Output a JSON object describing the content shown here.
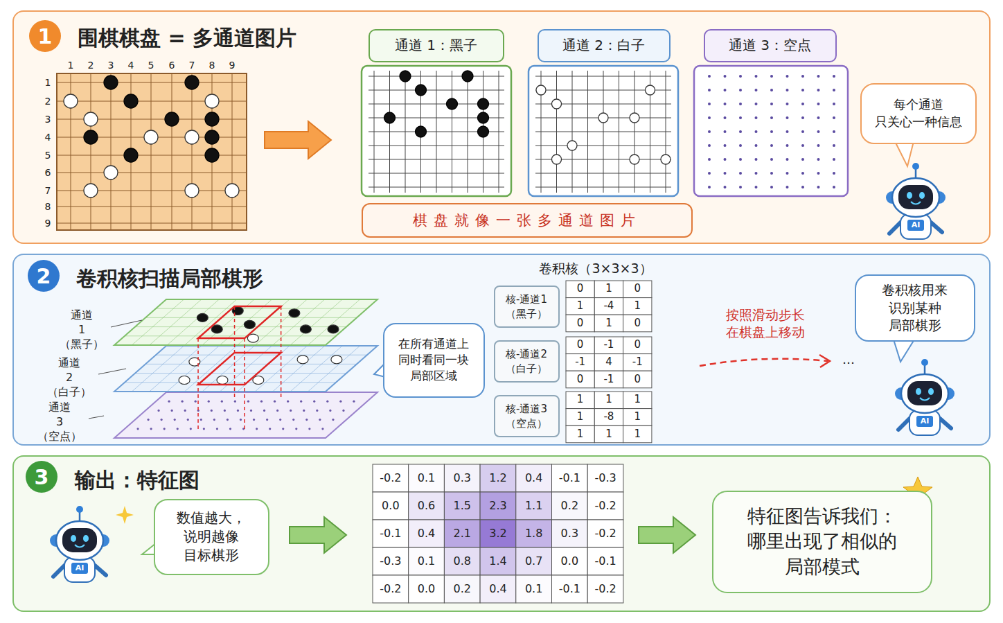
{
  "diagram": {
    "nodes": [
      {
        "text": [
          "围棋棋盘 = 多通道图片"
        ]
      },
      {
        "text": [
          "通道 1：黑子"
        ],
        "in": 0
      },
      {
        "text": [
          "通道 2：白子"
        ],
        "in": 0
      },
      {
        "text": [
          "通道 3：空点"
        ],
        "in": 0
      },
      {
        "text": [
          "棋盘就像一张多通道图片"
        ],
        "in": 0
      },
      {
        "text": [
          "每个通道 只关心一种信息"
        ],
        "in": 0
      },
      {
        "text": [
          "卷积核扫描局部棋形"
        ]
      },
      {
        "text": [
          "在所有通道上 同时看同一块 局部区域"
        ],
        "in": 6
      },
      {
        "text": [
          "核-通道1 （黑子）"
        ],
        "in": 6
      },
      {
        "text": [
          "核-通道2 （白子）"
        ],
        "in": 6
      },
      {
        "text": [
          "核-通道3 （空点）"
        ],
        "in": 6
      },
      {
        "text": [
          "卷积核用来 识别某种 局部棋形"
        ],
        "in": 6
      },
      {
        "text": [
          "输出：特征图"
        ]
      },
      {
        "text": [
          "数值越大， 说明越像 目标棋形"
        ],
        "in": 12
      },
      {
        "text": [
          "特征图告诉我们： 哪里出现了相似的 局部模式"
        ],
        "in": 12
      }
    ],
    "labels": [
      "1",
      "2",
      "3",
      "1",
      "2",
      "3",
      "4",
      "5",
      "6",
      "7",
      "8",
      "9",
      "1",
      "2",
      "3",
      "4",
      "5",
      "6",
      "7",
      "8",
      "9",
      "通道 1 （黑子）",
      "通道 2 （白子）",
      "通道 3 （空点）",
      "卷积核（3×3×3）",
      "0",
      "1",
      "0",
      "1",
      "-4",
      "1",
      "0",
      "1",
      "0",
      "0",
      "-1",
      "0",
      "-1",
      "4",
      "-1",
      "0",
      "-1",
      "0",
      "1",
      "1",
      "1",
      "1",
      "-8",
      "1",
      "1",
      "1",
      "1",
      "按照滑动步长 在棋盘上移动",
      "…",
      "-0.2",
      "0.1",
      "0.3",
      "1.2",
      "0.4",
      "-0.1",
      "-0.3",
      "0.0",
      "0.6",
      "1.5",
      "2.3",
      "1.1",
      "0.2",
      "-0.2",
      "-0.1",
      "0.4",
      "2.1",
      "3.2",
      "1.8",
      "0.3",
      "-0.2",
      "-0.3",
      "0.1",
      "0.8",
      "1.4",
      "0.7",
      "0.0",
      "-0.1",
      "-0.2",
      "0.0",
      "0.2",
      "0.4",
      "0.1",
      "-0.1",
      "-0.2",
      "AI",
      "AI",
      "AI"
    ]
  }
}
